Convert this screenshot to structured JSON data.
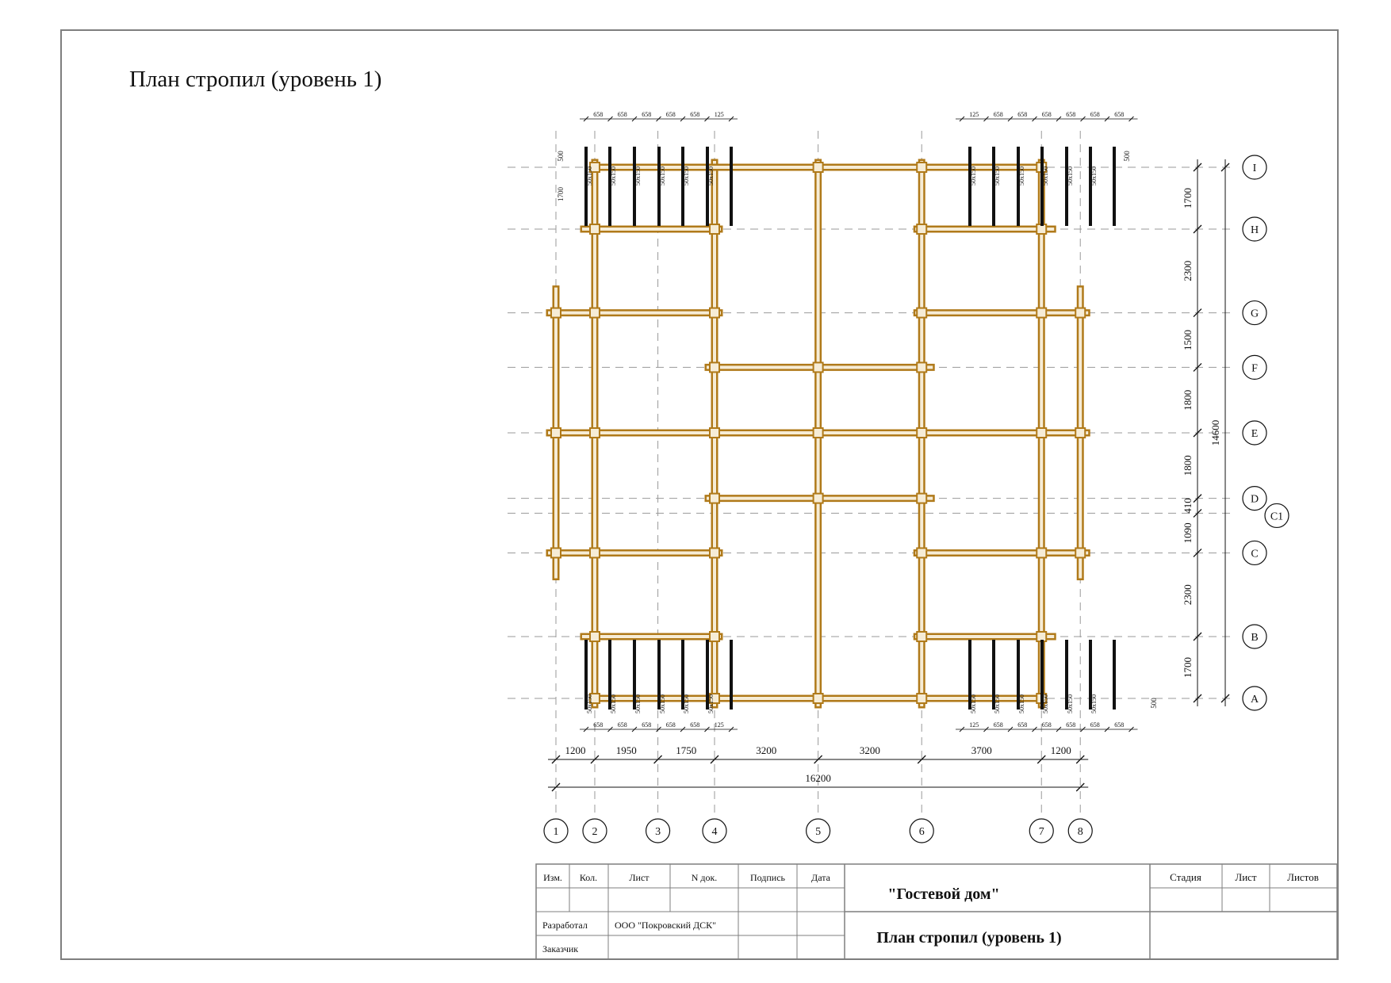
{
  "page": {
    "title": "План стропил (уровень 1)"
  },
  "colors": {
    "beam": "#b07a1a",
    "beam_fill": "#f6ecd6",
    "rafter": "#111111",
    "grid": "#9a9a9a",
    "frame": "#7f7f7f"
  },
  "grid_x": [
    {
      "label": "1",
      "mm": 0
    },
    {
      "label": "2",
      "mm": 1200
    },
    {
      "label": "3",
      "mm": 3150
    },
    {
      "label": "4",
      "mm": 4900
    },
    {
      "label": "5",
      "mm": 8100
    },
    {
      "label": "6",
      "mm": 11300
    },
    {
      "label": "7",
      "mm": 15000
    },
    {
      "label": "8",
      "mm": 16200
    }
  ],
  "grid_y": [
    {
      "label": "A",
      "mm": 0
    },
    {
      "label": "B",
      "mm": 1700
    },
    {
      "label": "C",
      "mm": 4000
    },
    {
      "label": "C1",
      "mm": 5090
    },
    {
      "label": "D",
      "mm": 5500
    },
    {
      "label": "E",
      "mm": 7300
    },
    {
      "label": "F",
      "mm": 9100
    },
    {
      "label": "G",
      "mm": 10600
    },
    {
      "label": "H",
      "mm": 12900
    },
    {
      "label": "I",
      "mm": 14600
    }
  ],
  "dims_x": [
    "1200",
    "1950",
    "1750",
    "3200",
    "3200",
    "3700",
    "1200"
  ],
  "dim_x_total": "16200",
  "dims_y": [
    "1700",
    "2300",
    "1090",
    "410",
    "1800",
    "1800",
    "1500",
    "2300",
    "1700"
  ],
  "dim_y_total": "14600",
  "rafter_dims": {
    "left_top": [
      "658",
      "658",
      "658",
      "658",
      "658",
      "125"
    ],
    "right_top": [
      "125",
      "658",
      "658",
      "658",
      "658",
      "658",
      "658"
    ],
    "left_bottom": [
      "658",
      "658",
      "658",
      "658",
      "658",
      "125"
    ],
    "right_bottom": [
      "125",
      "658",
      "658",
      "658",
      "658",
      "658",
      "658"
    ],
    "section": "50x150",
    "overhang": "500",
    "corner_depth": "1700"
  },
  "title_block": {
    "headers": [
      "Изм.",
      "Кол.",
      "Лист",
      "N док.",
      "Подпись",
      "Дата"
    ],
    "stage_headers": [
      "Стадия",
      "Лист",
      "Листов"
    ],
    "developed_label": "Разработал",
    "developed_value": "ООО \"Покровский ДСК\"",
    "customer_label": "Заказчик",
    "project": "\"Гостевой дом\"",
    "sheet_title": "План стропил (уровень 1)"
  }
}
